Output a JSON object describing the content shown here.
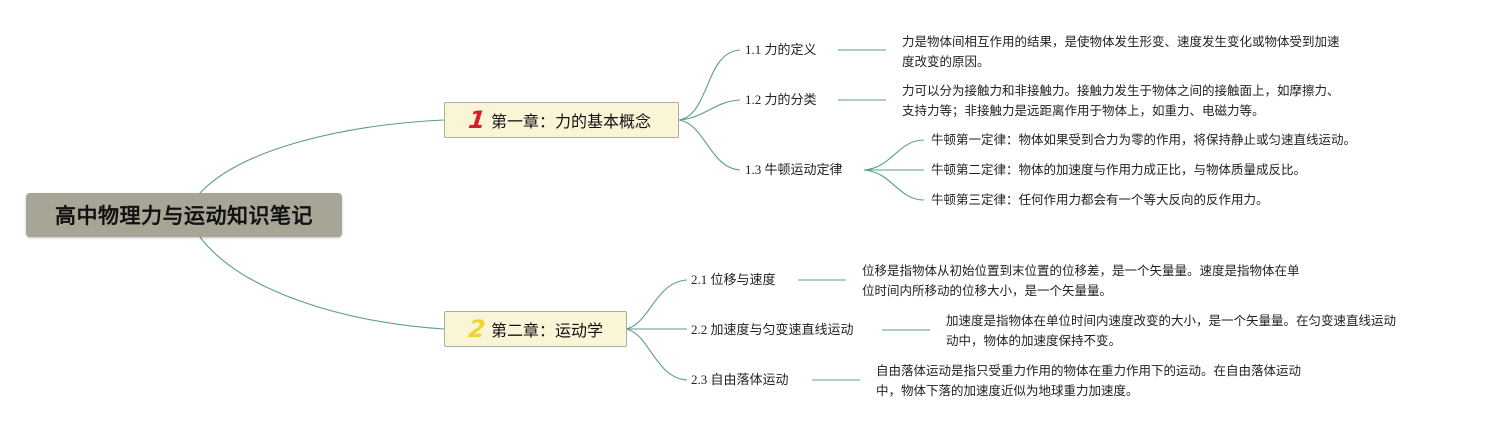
{
  "colors": {
    "branch": "#5a9e88",
    "root_bg": "#a8a597",
    "chapter_bg": "#fbf5d8",
    "num1": "#d81e2a",
    "num2": "#f2d231"
  },
  "root": {
    "title": "高中物理力与运动知识笔记"
  },
  "chapters": [
    {
      "num": "1",
      "title": "第一章：力的基本概念",
      "topics": [
        {
          "label": "1.1 力的定义",
          "lines": [
            "力是物体间相互作用的结果，是使物体发生形变、速度发生变化或物体受到加速",
            "度改变的原因。"
          ]
        },
        {
          "label": "1.2 力的分类",
          "lines": [
            "力可以分为接触力和非接触力。接触力发生于物体之间的接触面上，如摩擦力、",
            "支持力等；非接触力是远距离作用于物体上，如重力、电磁力等。"
          ]
        },
        {
          "label": "1.3 牛顿运动定律",
          "laws": [
            "牛顿第一定律：物体如果受到合力为零的作用，将保持静止或匀速直线运动。",
            "牛顿第二定律：物体的加速度与作用力成正比，与物体质量成反比。",
            "牛顿第三定律：任何作用力都会有一个等大反向的反作用力。"
          ]
        }
      ]
    },
    {
      "num": "2",
      "title": "第二章：运动学",
      "topics": [
        {
          "label": "2.1 位移与速度",
          "lines": [
            "位移是指物体从初始位置到末位置的位移差，是一个矢量量。速度是指物体在单",
            "位时间内所移动的位移大小，是一个矢量量。"
          ]
        },
        {
          "label": "2.2 加速度与匀变速直线运动",
          "lines": [
            "加速度是指物体在单位时间内速度改变的大小，是一个矢量量。在匀变速直线运动",
            "动中，物体的加速度保持不变。"
          ]
        },
        {
          "label": "2.3 自由落体运动",
          "lines": [
            "自由落体运动是指只受重力作用的物体在重力作用下的运动。在自由落体运动",
            "中，物体下落的加速度近似为地球重力加速度。"
          ]
        }
      ]
    }
  ]
}
